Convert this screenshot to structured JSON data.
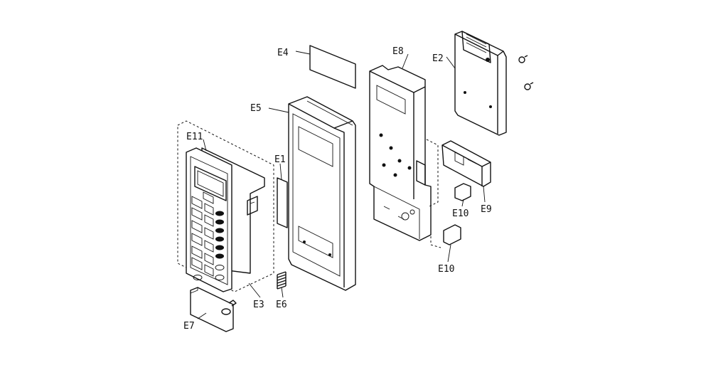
{
  "diagram": {
    "labels": {
      "e1": "E1",
      "e2": "E2",
      "e3": "E3",
      "e4": "E4",
      "e5": "E5",
      "e6": "E6",
      "e7": "E7",
      "e8": "E8",
      "e9": "E9",
      "e10_upper": "E10",
      "e10_lower": "E10",
      "e11": "E11"
    }
  }
}
